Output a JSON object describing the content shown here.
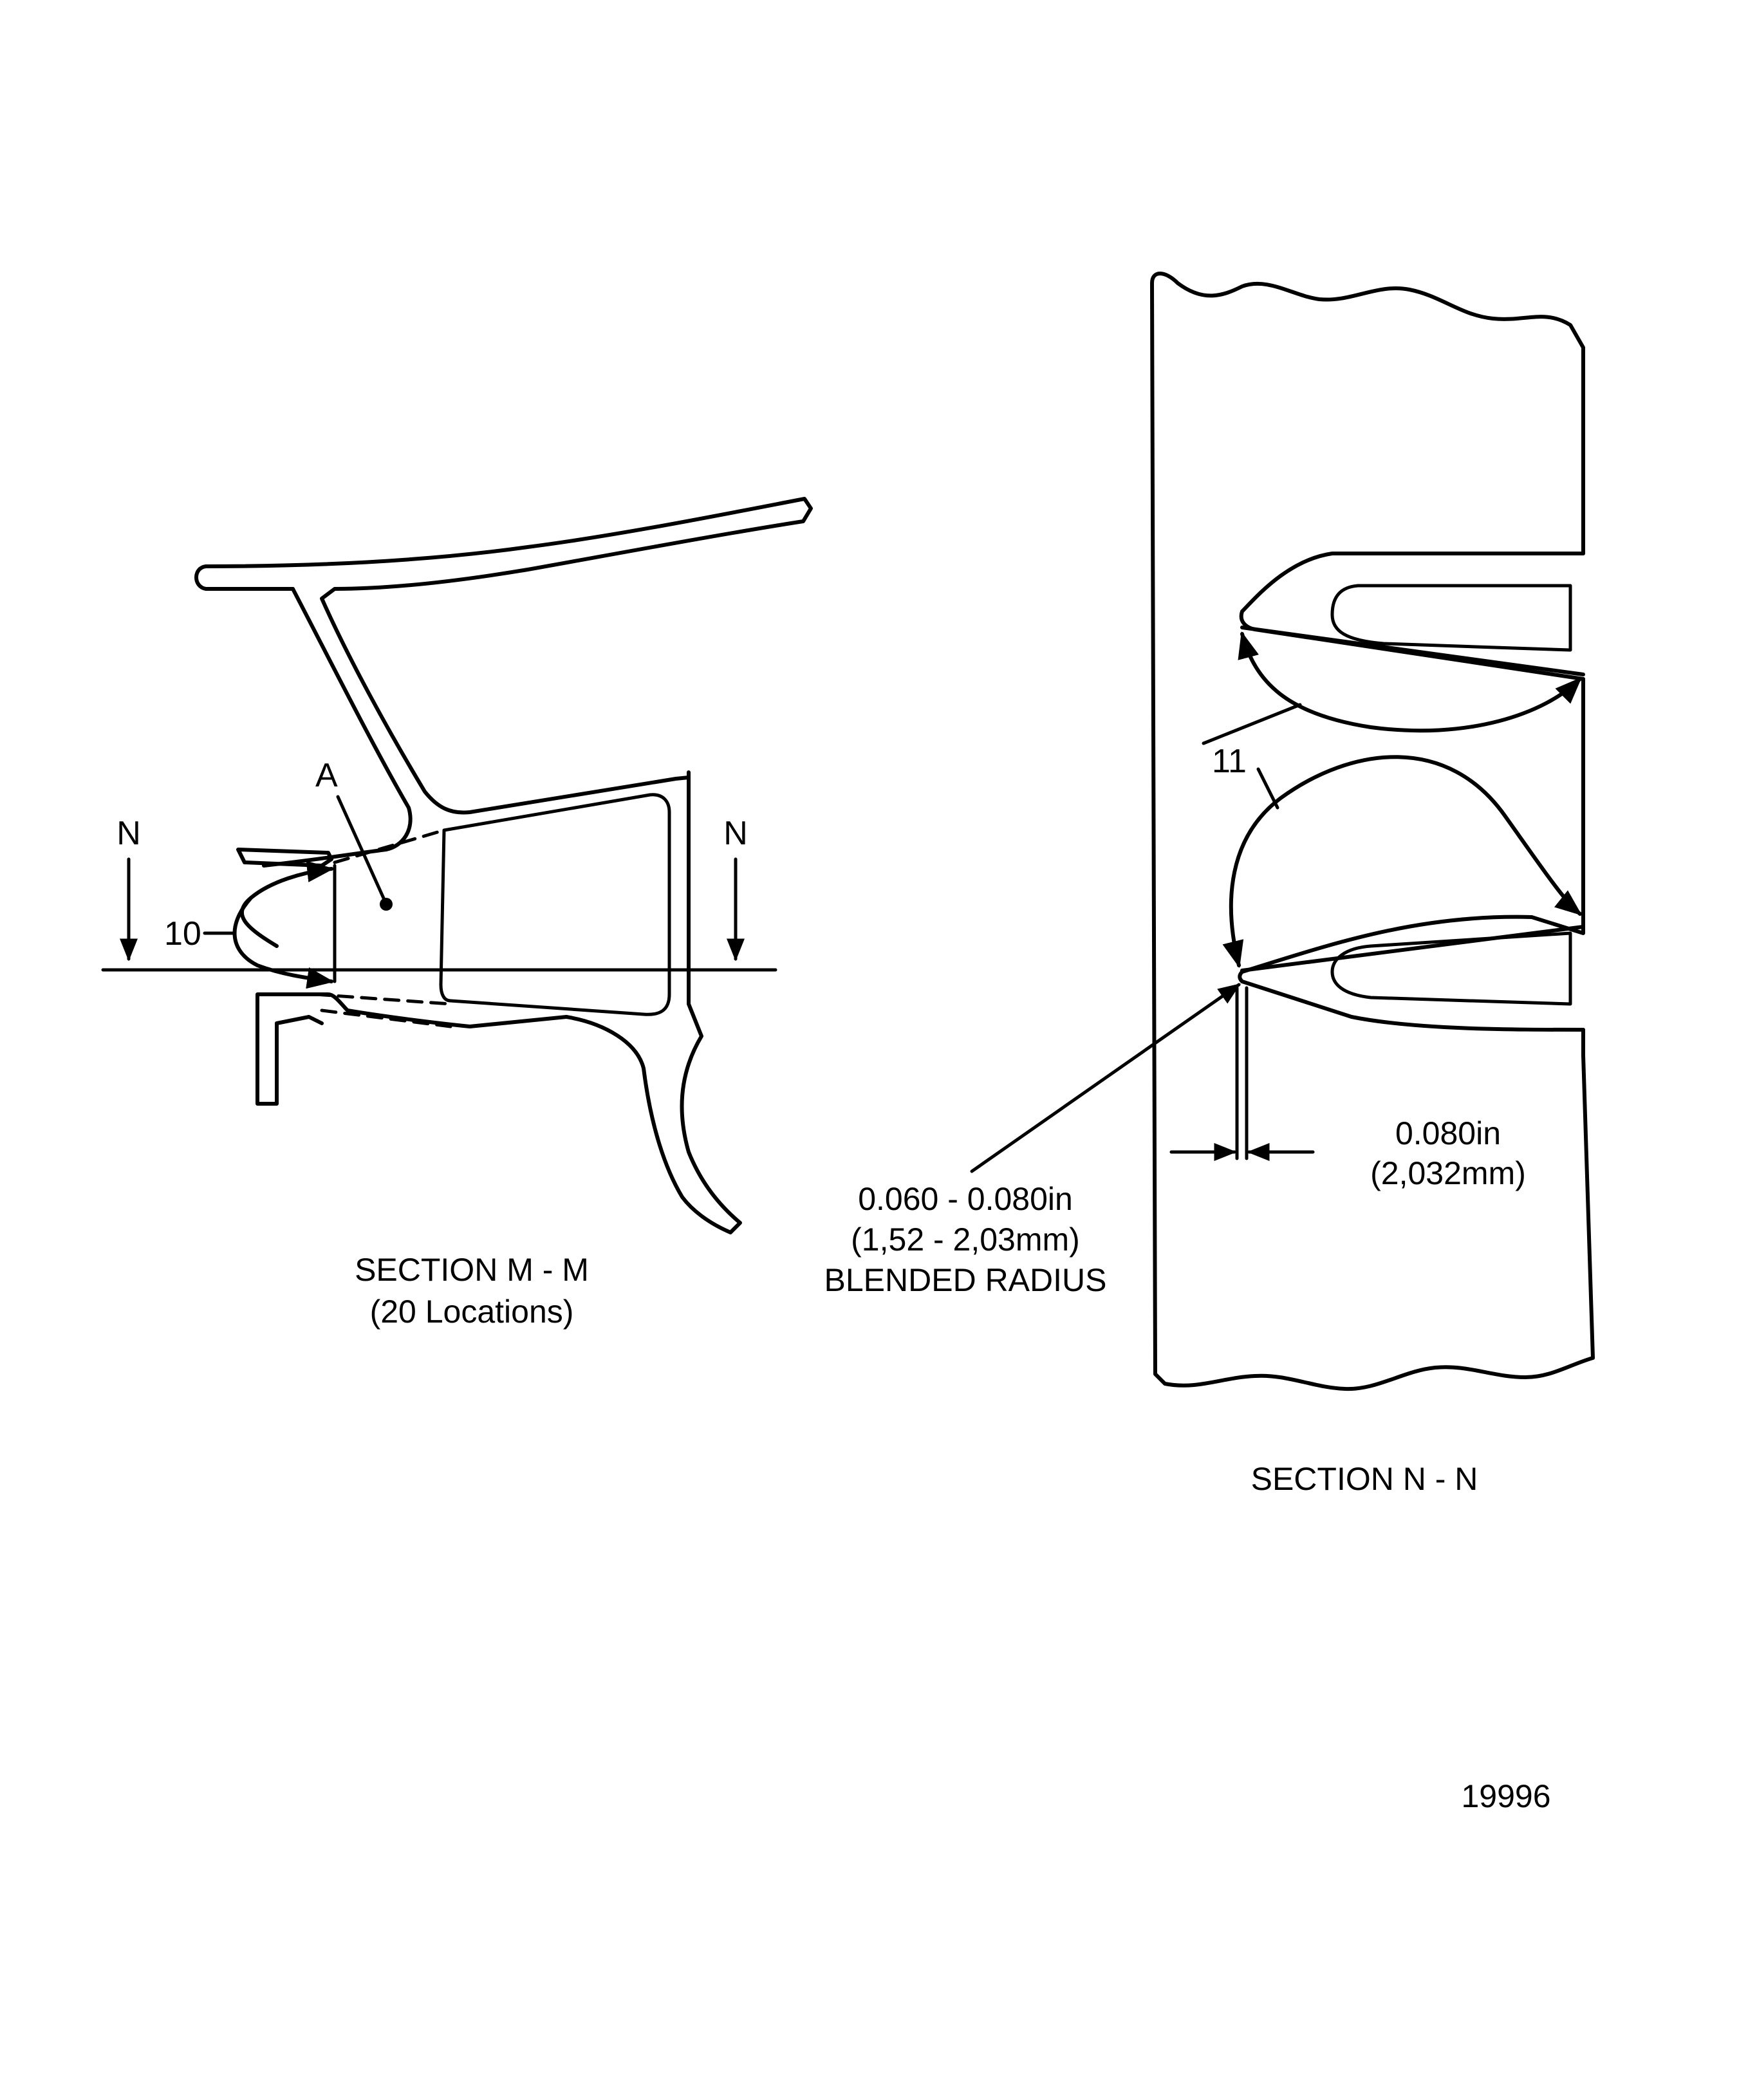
{
  "section_m": {
    "title": "SECTION M - M",
    "subtitle": "(20 Locations)",
    "cut_label_left": "N",
    "cut_label_right": "N",
    "callout_10": "10",
    "point_a": "A"
  },
  "section_n": {
    "title": "SECTION N - N",
    "callout_11": "11",
    "radius_line1": "0.060 - 0.080in",
    "radius_line2": "(1,52 - 2,03mm)",
    "radius_line3": "BLENDED RADIUS",
    "gap_line1": "0.080in",
    "gap_line2": "(2,032mm)"
  },
  "figure_number": "19996"
}
